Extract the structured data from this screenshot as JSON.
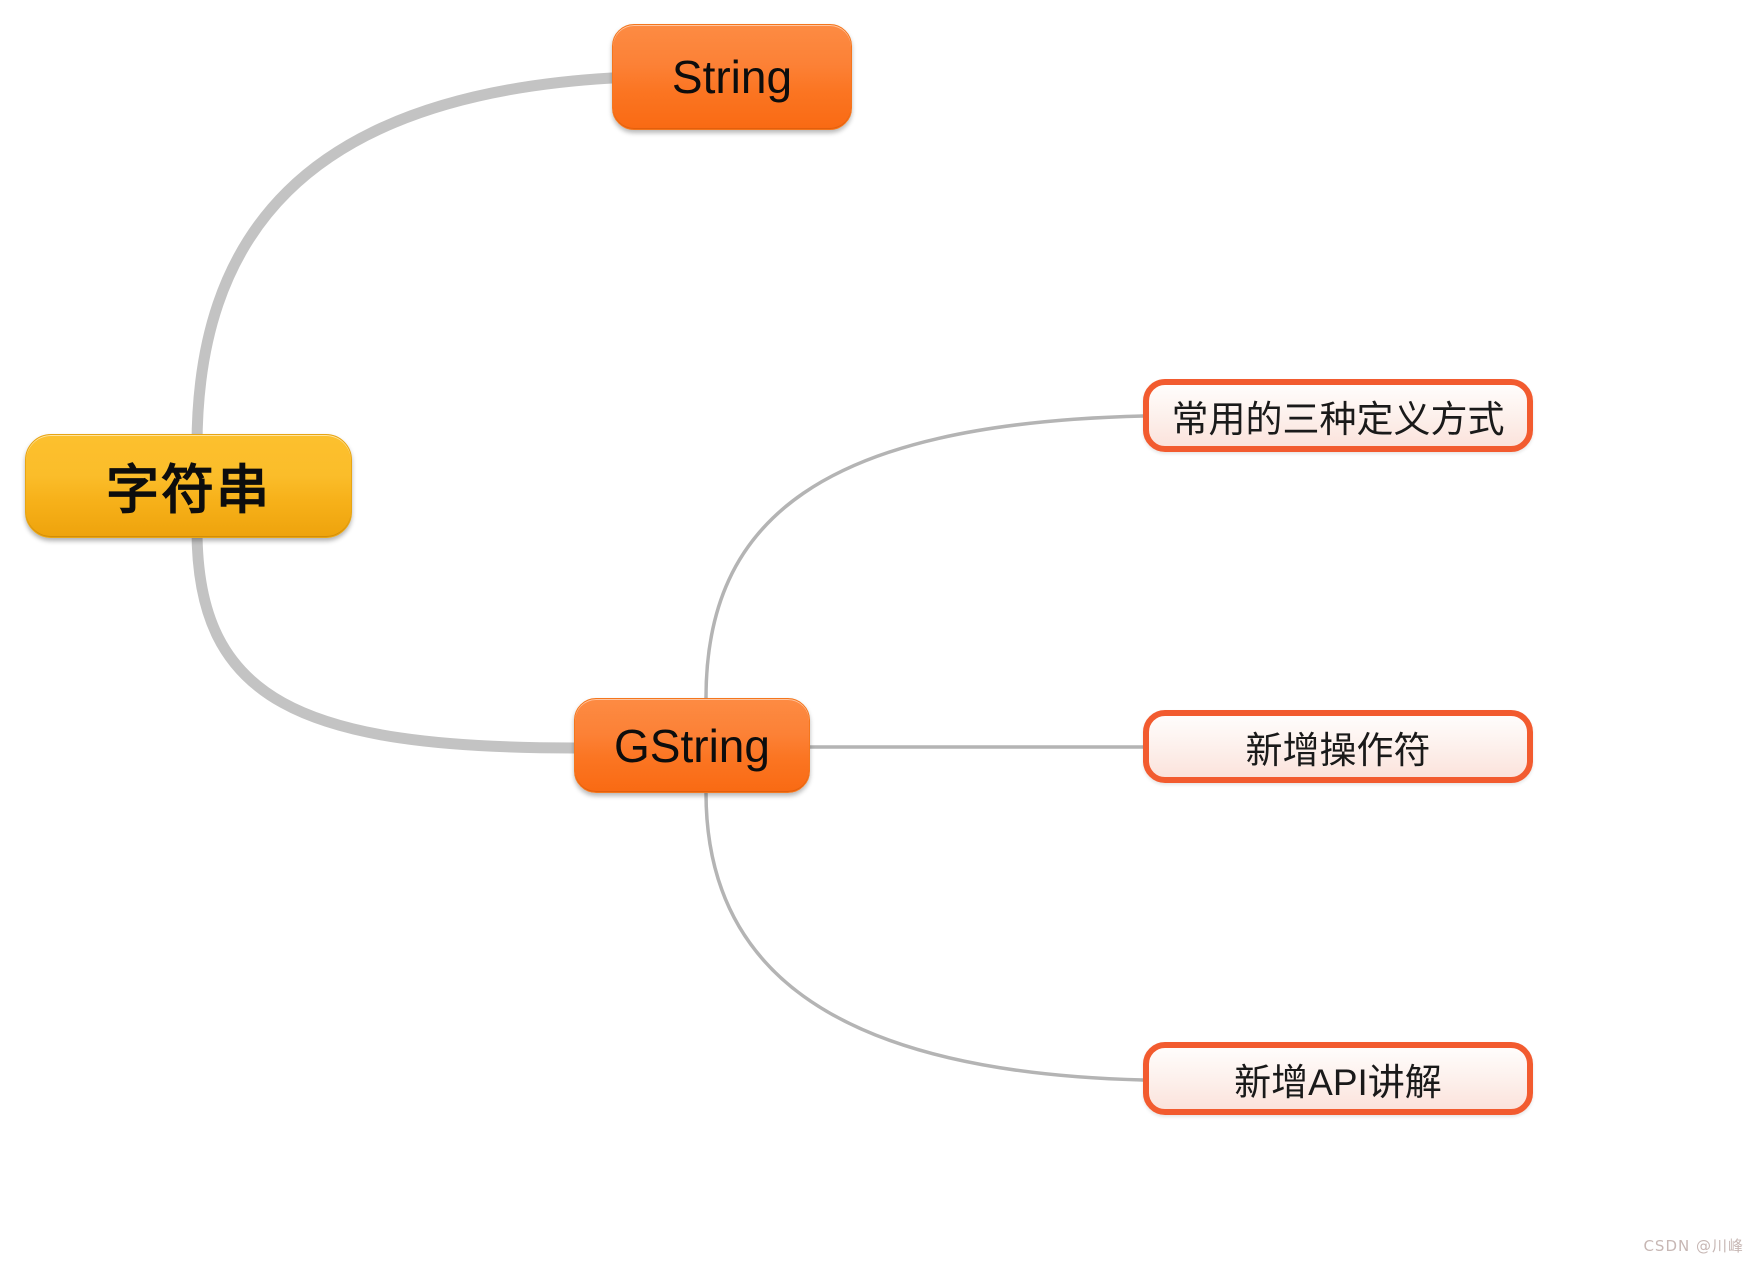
{
  "diagram": {
    "type": "mindmap",
    "title": "字符串",
    "background_color": "#ffffff",
    "root": {
      "label": "字符串",
      "fill_color": "#fbbd2a",
      "text_color": "#000000"
    },
    "branches": [
      {
        "label": "String",
        "fill_color": "#fb7522",
        "text_color": "#000000",
        "children": []
      },
      {
        "label": "GString",
        "fill_color": "#fb7522",
        "text_color": "#000000",
        "children": [
          {
            "label": "常用的三种定义方式",
            "border_color": "#f25b2f",
            "fill_color": "#fdf2ee"
          },
          {
            "label": "新增操作符",
            "border_color": "#f25b2f",
            "fill_color": "#fdf2ee"
          },
          {
            "label": "新增API讲解",
            "border_color": "#f25b2f",
            "fill_color": "#fdf2ee"
          }
        ]
      }
    ],
    "edge_color": "#c3c3c3"
  },
  "watermark": {
    "text": "CSDN @川峰"
  }
}
